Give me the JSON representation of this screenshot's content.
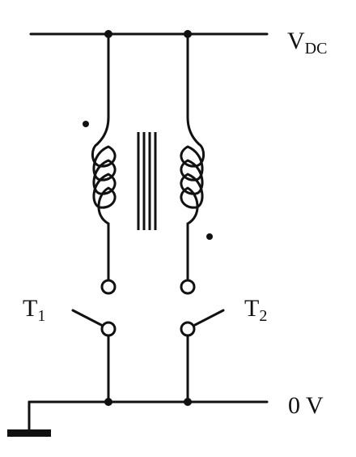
{
  "labels": {
    "supply": {
      "main": "V",
      "sub": "DC"
    },
    "ground": "0 V",
    "switch_1": {
      "main": "T",
      "sub": "1"
    },
    "switch_2": {
      "main": "T",
      "sub": "2"
    }
  },
  "colors": {
    "ink": "#111111",
    "background": "#ffffff"
  }
}
